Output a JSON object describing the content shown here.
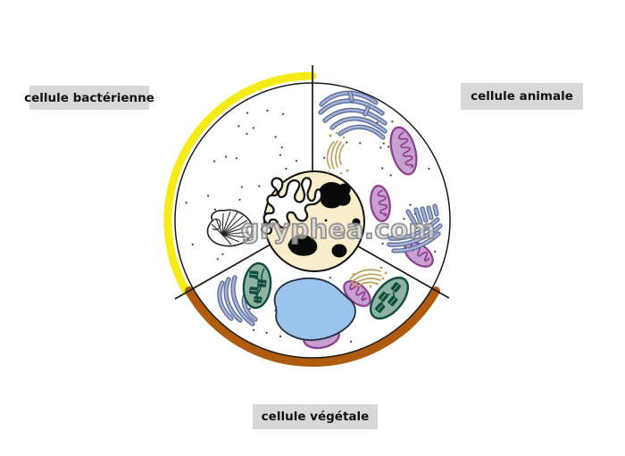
{
  "labels": {
    "bacterial": "cellule bactérienne",
    "animal": "cellule animale",
    "plant": "cellule végétale"
  },
  "watermark": "gryphea.com",
  "colors": {
    "capsule": "#F6EB16",
    "wall": "#B05C0E",
    "ink": "#1A1A1A",
    "nucleus_fill": "#F9EDCB",
    "mito_fill": "#C9A0D2",
    "mito_stroke": "#8F4190",
    "chloro_fill": "#8FB3A2",
    "chloro_dark": "#0E4D3F",
    "er_light": "#A4B2D6",
    "er_dark": "#5B6B9B",
    "golgi": "#C2A05C",
    "vacuole_fill": "#9AC4EE",
    "vacuole_stroke": "#22303E",
    "label_bg": "#D8D8D8"
  },
  "organelles": [
    {
      "name": "capsule-arc",
      "sector": "bacterial"
    },
    {
      "name": "nucleoid-squiggle",
      "sector": "bacterial"
    },
    {
      "name": "mesosome",
      "sector": "bacterial"
    },
    {
      "name": "ribosome-dots",
      "sector": "all"
    },
    {
      "name": "nucleus",
      "sector": "center"
    },
    {
      "name": "endoplasmic-reticulum",
      "count": 3
    },
    {
      "name": "golgi-apparatus",
      "count": 2
    },
    {
      "name": "mitochondrion",
      "count": 5
    },
    {
      "name": "cell-wall-arc",
      "sector": "plant"
    },
    {
      "name": "chloroplast",
      "count": 2
    },
    {
      "name": "vacuole",
      "sector": "plant"
    }
  ]
}
